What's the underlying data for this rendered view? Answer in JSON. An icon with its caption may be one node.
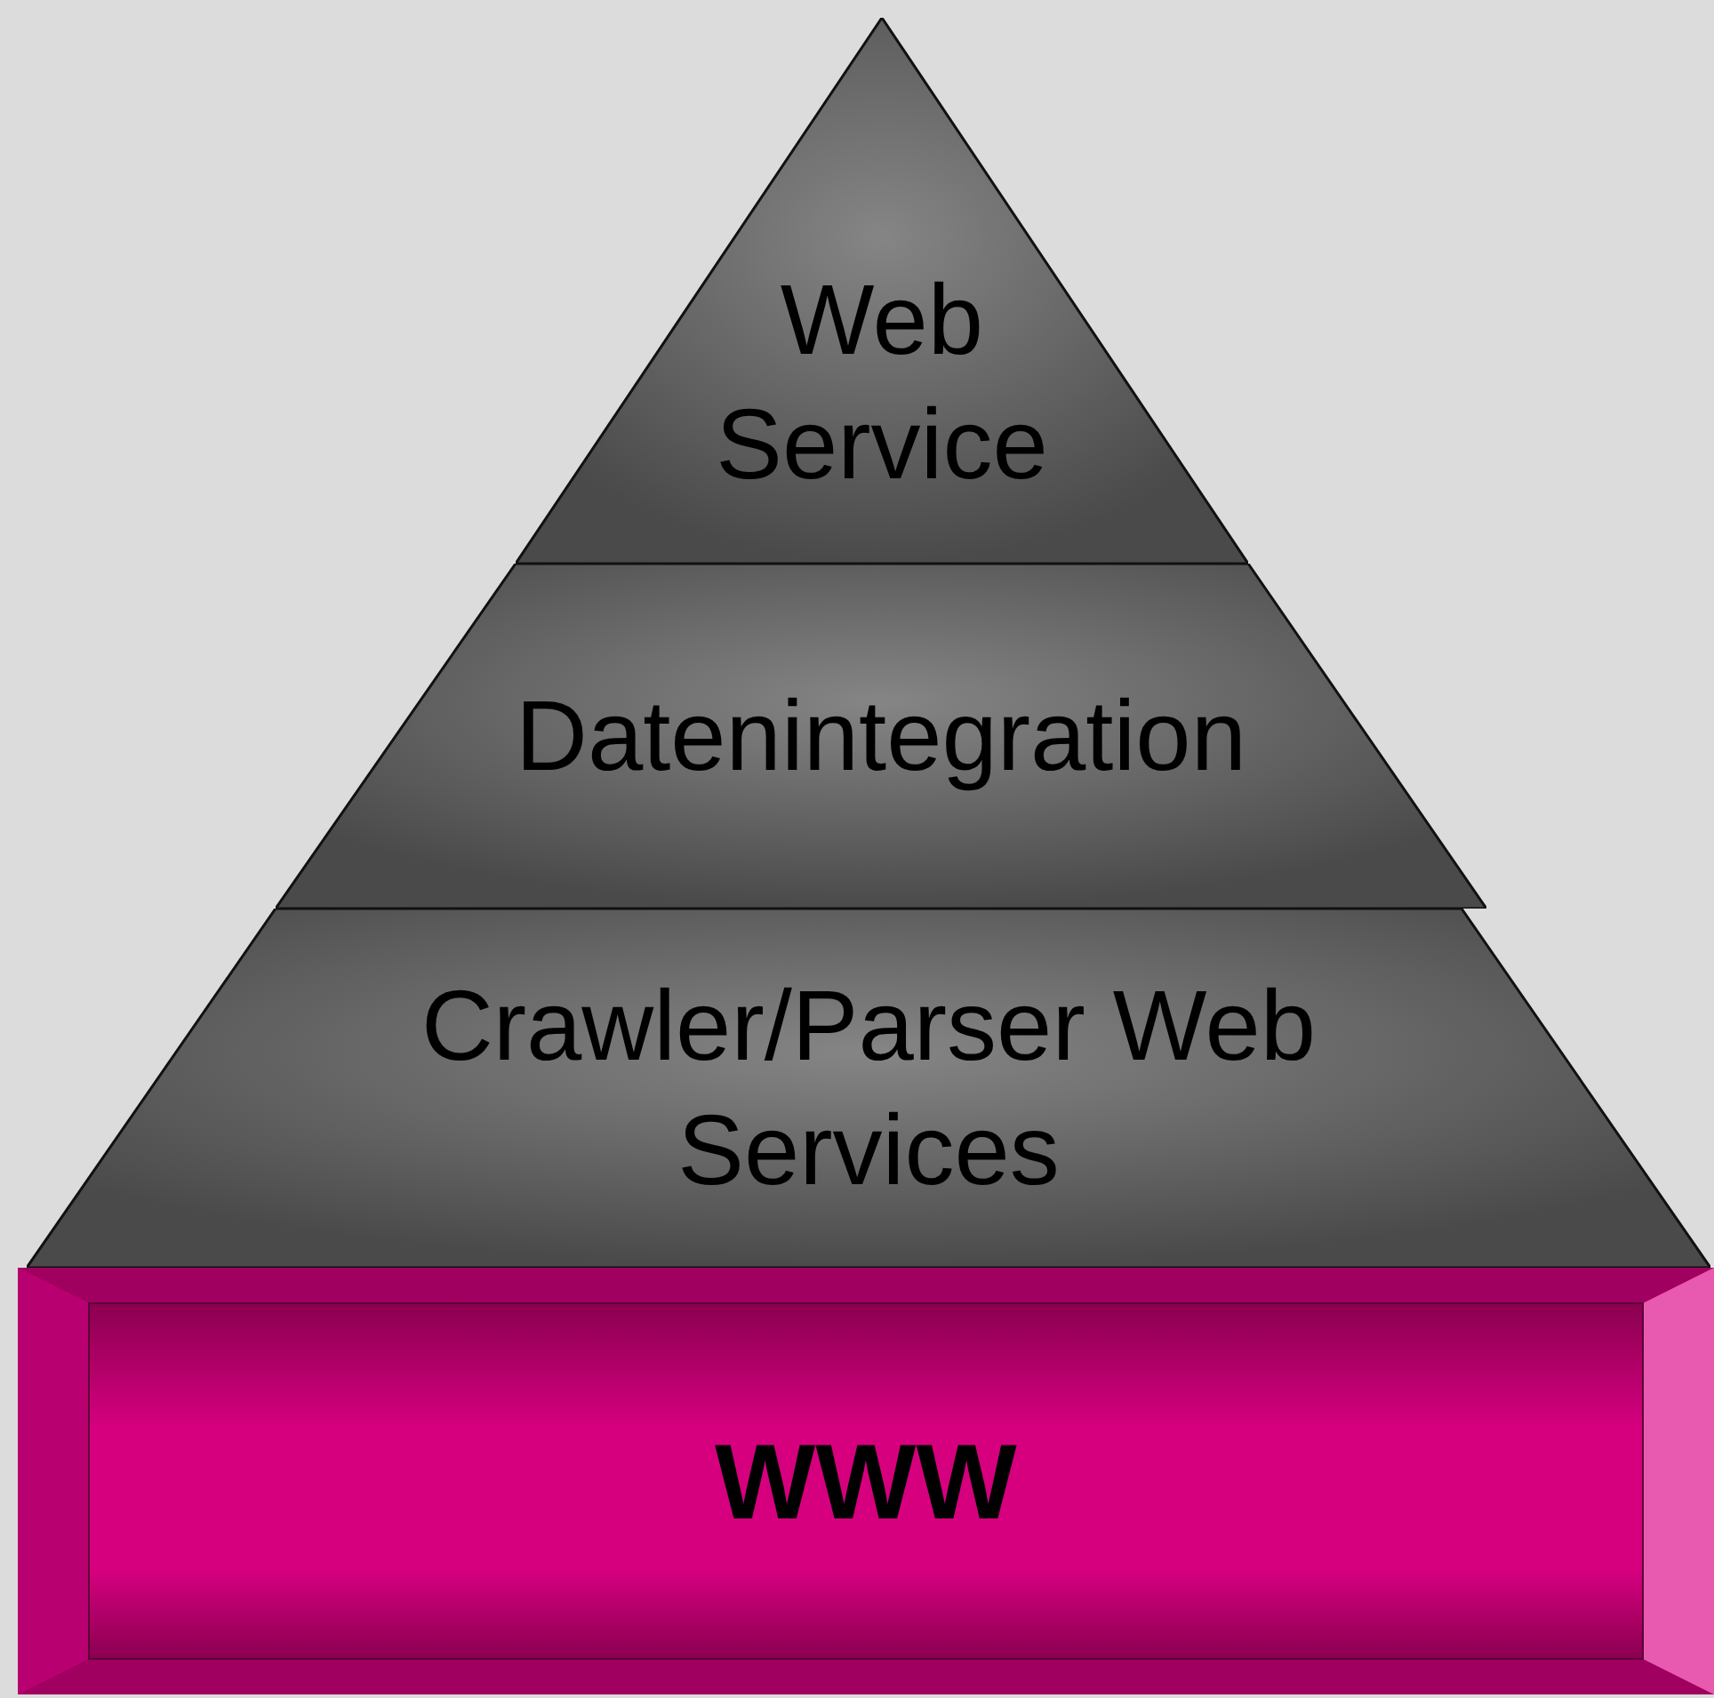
{
  "diagram": {
    "nodes": [
      {
        "text": [
          "Web Service"
        ]
      },
      {
        "text": [
          "Datenintegration"
        ]
      },
      {
        "text": [
          "Crawler/Parser Web Services"
        ]
      },
      {
        "text": [
          "WWW"
        ]
      }
    ]
  }
}
